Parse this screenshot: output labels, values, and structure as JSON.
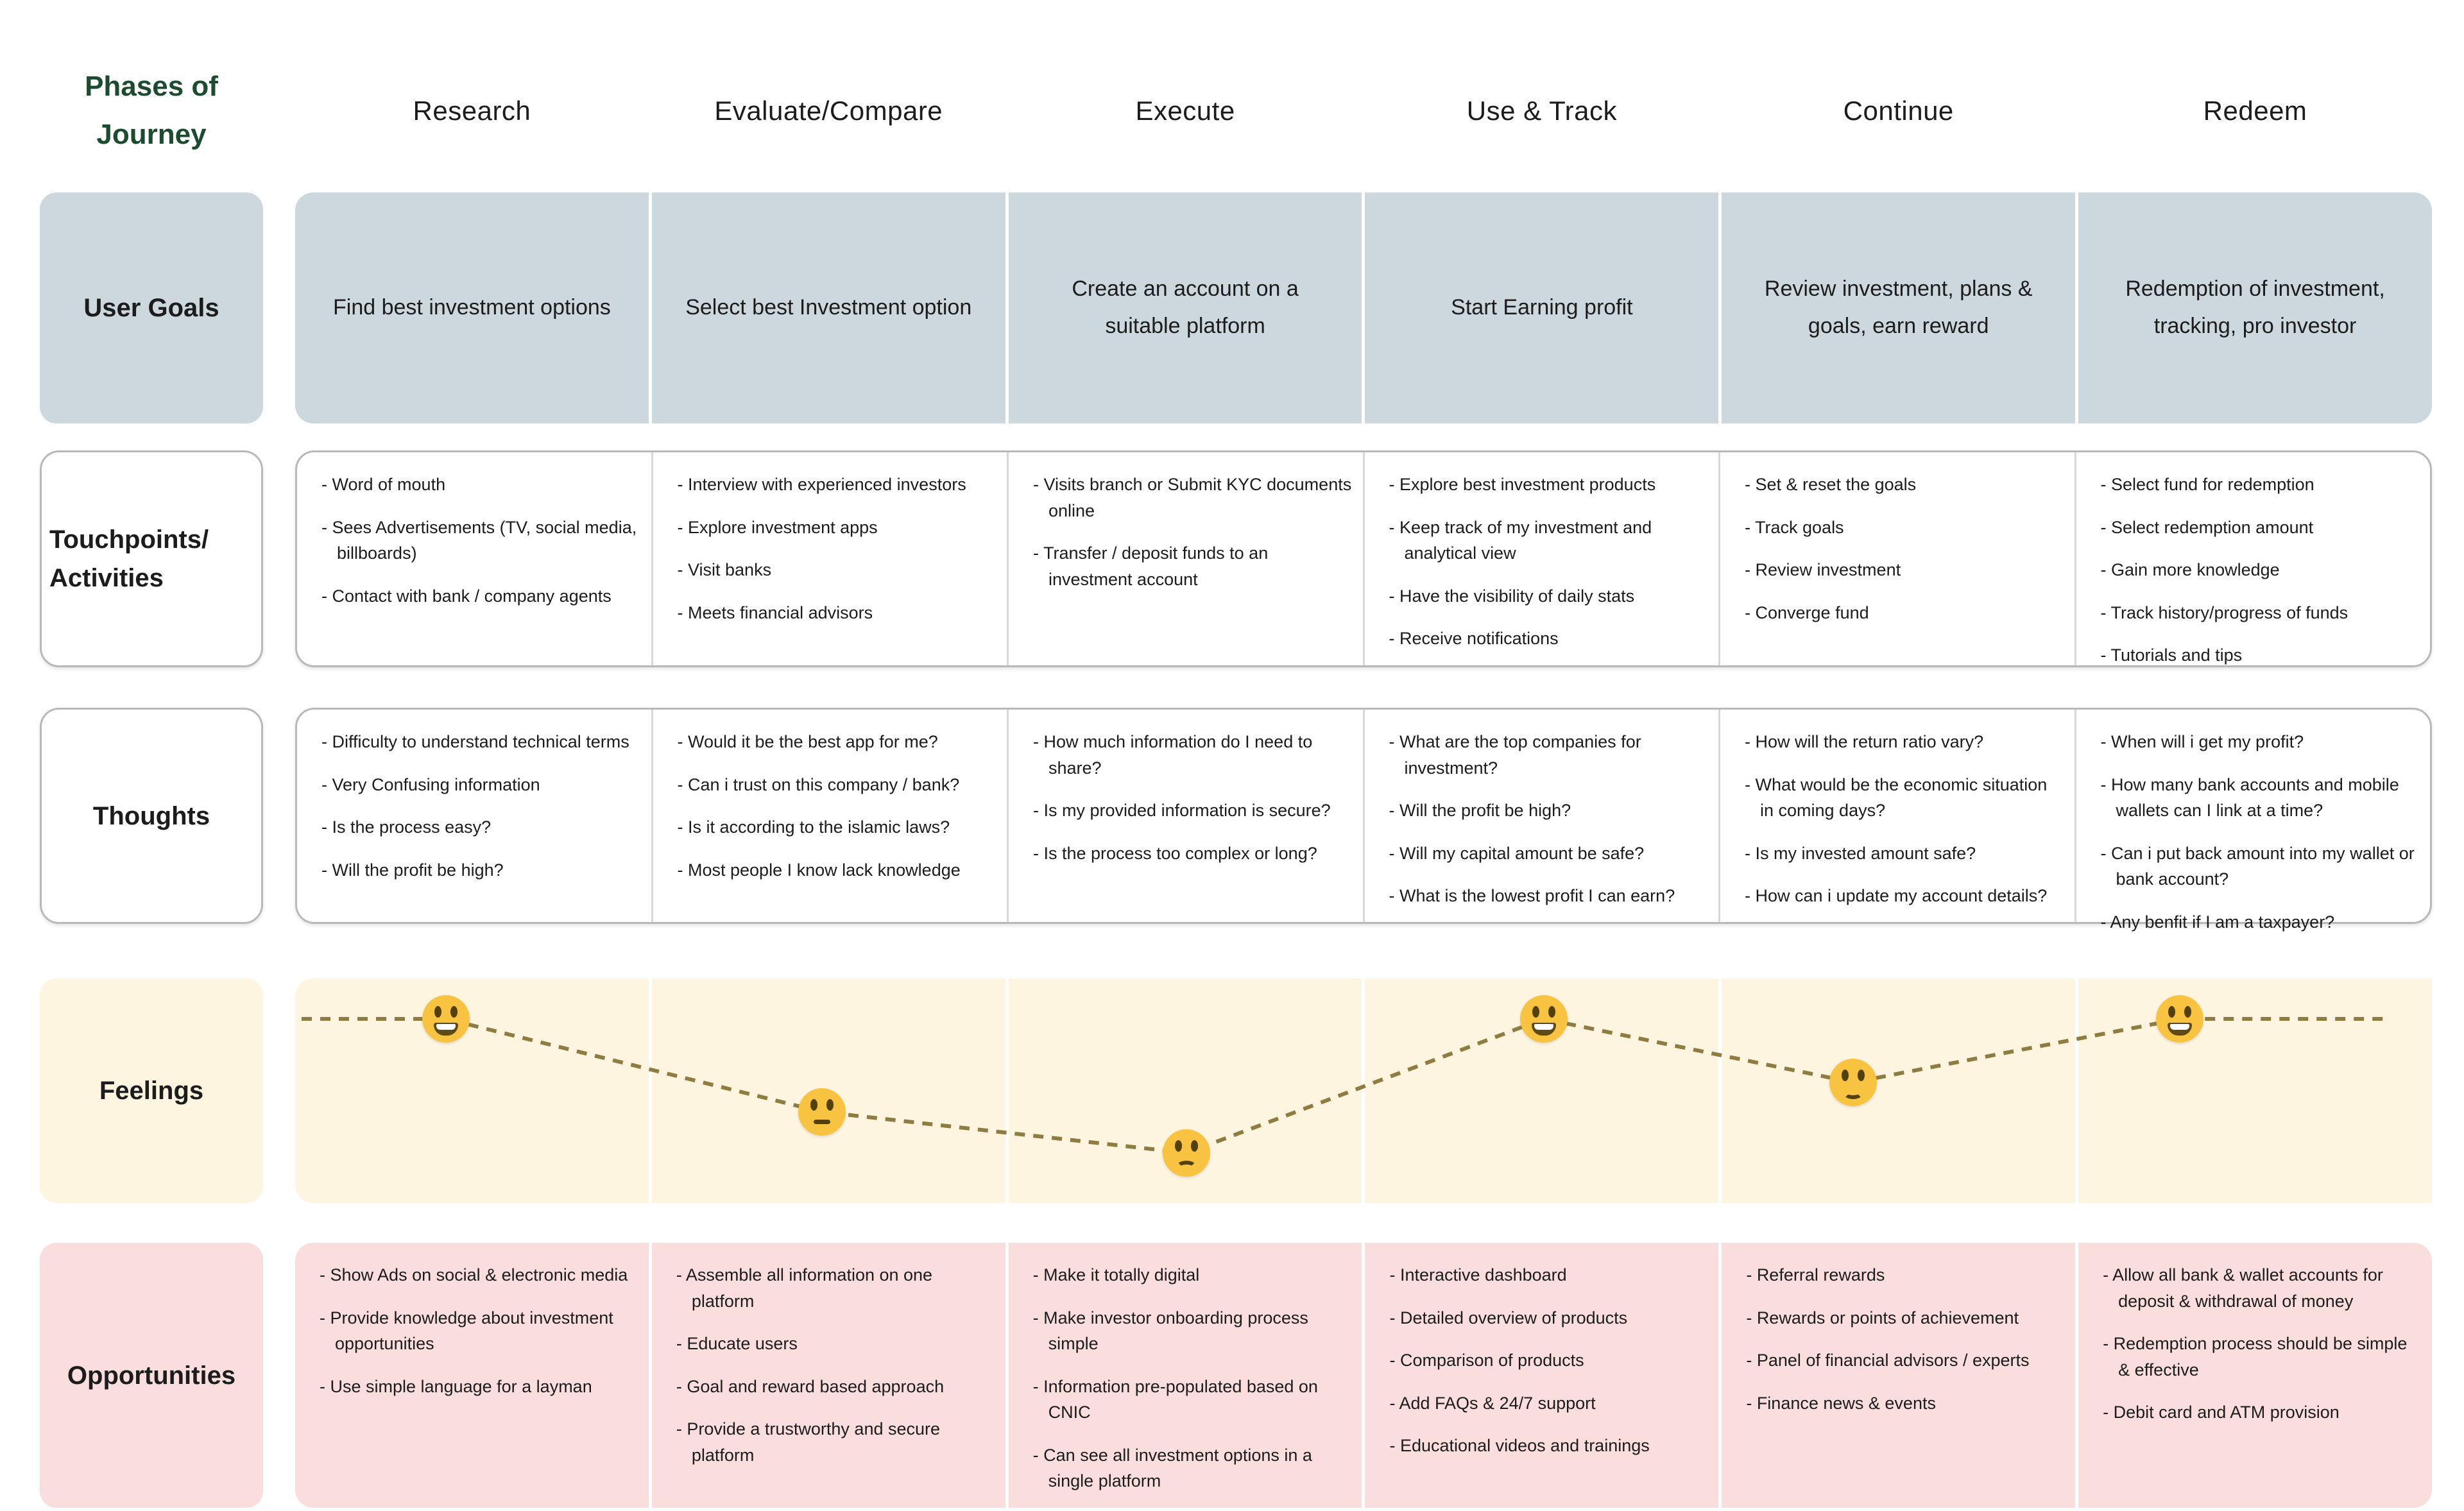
{
  "header": {
    "rail_title": "Phases of Journey",
    "phases": [
      "Research",
      "Evaluate/Compare",
      "Execute",
      "Use & Track",
      "Continue",
      "Redeem"
    ]
  },
  "rows": {
    "user_goals": {
      "label": "User Goals",
      "goals": [
        "Find best investment options",
        "Select best Investment option",
        "Create an account on a suitable platform",
        "Start Earning profit",
        "Review investment, plans & goals, earn reward",
        "Redemption of investment, tracking, pro investor"
      ]
    },
    "touchpoints": {
      "label": "Touchpoints/ Activities",
      "columns": [
        [
          "Word of mouth",
          "Sees Advertisements (TV, social media, billboards)",
          "Contact with bank / company agents"
        ],
        [
          "Interview with experienced investors",
          "Explore investment apps",
          "Visit banks",
          "Meets financial advisors"
        ],
        [
          "Visits branch or Submit KYC documents online",
          "Transfer / deposit funds to an investment account"
        ],
        [
          "Explore best investment products",
          "Keep track of my investment and analytical view",
          "Have the visibility of daily stats",
          "Receive notifications"
        ],
        [
          "Set & reset the goals",
          "Track goals",
          "Review investment",
          "Converge fund"
        ],
        [
          "Select fund for redemption",
          "Select redemption amount",
          "Gain more knowledge",
          "Track history/progress of funds",
          "Tutorials and tips"
        ]
      ]
    },
    "thoughts": {
      "label": "Thoughts",
      "columns": [
        [
          "Difficulty to understand technical terms",
          "Very Confusing information",
          "Is the process easy?",
          "Will the profit be high?"
        ],
        [
          "Would it be the best app for me?",
          "Can i trust on this company / bank?",
          "Is it according to the islamic laws?",
          "Most people I know lack knowledge"
        ],
        [
          "How much information do I need to share?",
          "Is my provided information is secure?",
          "Is the process too complex or long?"
        ],
        [
          "What are the top companies for investment?",
          "Will the profit be high?",
          "Will my capital amount be safe?",
          "What is the lowest profit I can earn?"
        ],
        [
          "How will the return ratio vary?",
          "What would be the economic situation in coming days?",
          "Is my invested amount safe?",
          "How can i update my account details?"
        ],
        [
          "When will i get my profit?",
          "How many bank accounts and mobile wallets can I link at a time?",
          "Can i put back amount into my wallet or bank account?",
          "Any benfit if I am a taxpayer?"
        ]
      ]
    },
    "feelings": {
      "label": "Feelings",
      "moods": [
        "grin",
        "neutral",
        "sad",
        "grin",
        "smile",
        "grin"
      ]
    },
    "opportunities": {
      "label": "Opportunities",
      "columns": [
        [
          "Show Ads on social & electronic media",
          "Provide knowledge about investment opportunities",
          "Use simple language for a layman"
        ],
        [
          "Assemble all information on one platform",
          "Educate users",
          "Goal and reward based approach",
          "Provide a trustworthy and secure platform"
        ],
        [
          "Make it totally digital",
          "Make investor onboarding process simple",
          "Information pre-populated based on CNIC",
          "Can see all investment options in a single platform"
        ],
        [
          "Interactive dashboard",
          "Detailed overview of products",
          "Comparison of products",
          "Add FAQs & 24/7 support",
          "Educational videos and trainings"
        ],
        [
          "Referral rewards",
          "Rewards or points of achievement",
          "Panel of financial advisors / experts",
          "Finance news & events"
        ],
        [
          "Allow all bank & wallet accounts for deposit & withdrawal of money",
          "Redemption process should be simple & effective",
          "Debit card and ATM provision"
        ]
      ]
    }
  },
  "colors": {
    "phase_title_green": "#1c4c2f",
    "goals_blue_gray": "#ccd8de",
    "feelings_cream": "#fdf5e0",
    "opportunities_pink": "#fadddd",
    "sentiment_line_olive": "#8f7c40",
    "emoji_yellow": "#f9c342",
    "border_gray": "#b9b9b9"
  }
}
